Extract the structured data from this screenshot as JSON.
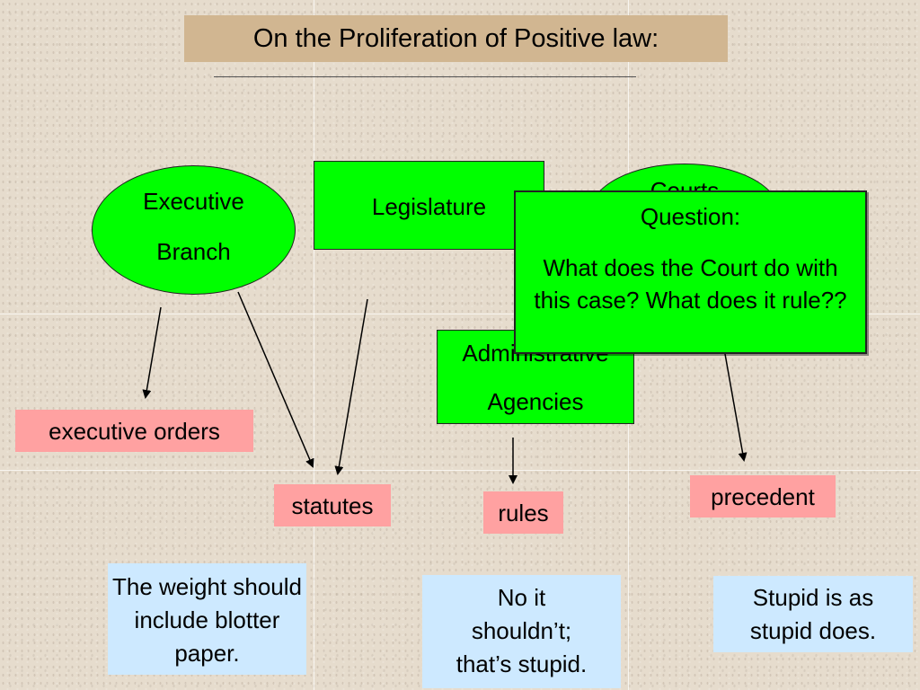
{
  "title": "On the Proliferation of Positive law:",
  "nodes": {
    "executive_line1": "Executive",
    "executive_line2": "Branch",
    "legislature": "Legislature",
    "courts": "Courts",
    "agencies_line1": "Administrative",
    "agencies_line2": "Agencies"
  },
  "outputs": {
    "executive_orders": "executive orders",
    "statutes": "statutes",
    "rules": "rules",
    "precedent": "precedent"
  },
  "popup": {
    "heading": "Question:",
    "body": "What does the Court do with this case? What does it rule??"
  },
  "notes": {
    "weight": "The weight should include blotter paper.",
    "no_it": "No it shouldn’t; that’s stupid.",
    "stupid": "Stupid is as stupid does."
  },
  "colors": {
    "node_fill": "#00ff00",
    "output_fill": "#ffa1a1",
    "note_fill": "#cde9ff",
    "title_fill": "#d1b691"
  }
}
